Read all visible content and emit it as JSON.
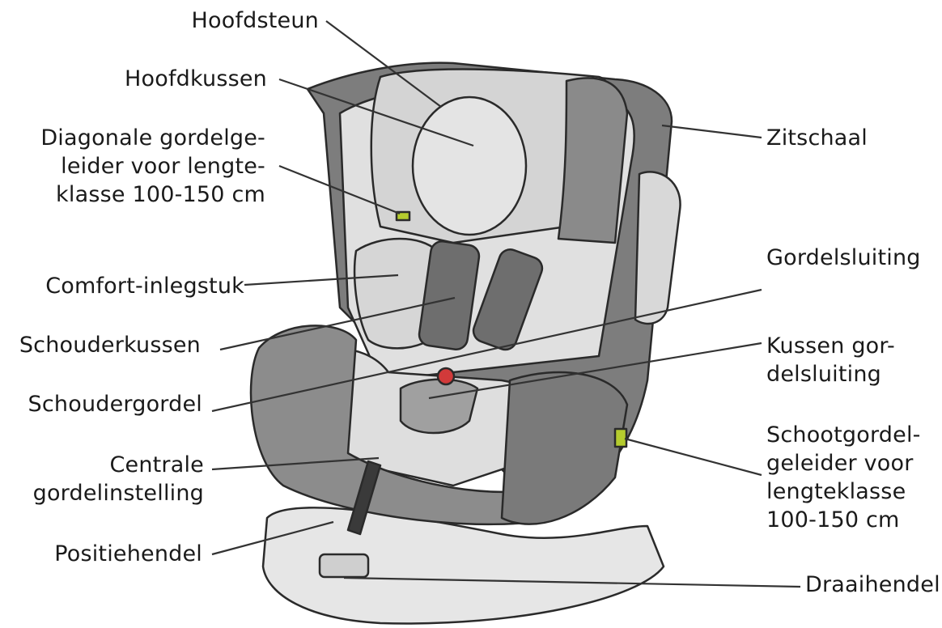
{
  "labels": {
    "hoofdsteun": "Hoofdsteun",
    "hoofdkussen": "Hoofdkussen",
    "diagonale": [
      "Diagonale gordelge-",
      "leider voor lengte-",
      "klasse 100-150 cm"
    ],
    "comfort": "Comfort-inlegstuk",
    "schouderkussen": "Schouderkussen",
    "schoudergordel": "Schoudergordel",
    "centrale": [
      "Centrale",
      "gordelinstelling"
    ],
    "positiehendel": "Positiehendel",
    "zitschaal": "Zitschaal",
    "gordelsluiting": "Gordelsluiting",
    "kussen": [
      "Kussen gor-",
      "delsluiting"
    ],
    "schootgordel": [
      "Schootgordel-",
      "geleider voor",
      "lengteklasse",
      "100-150 cm"
    ],
    "draaihendel": "Draaihendel"
  },
  "colors": {
    "shell_dark": "#7d7d7d",
    "cushion_light": "#dcdcdc",
    "base_light": "#e6e6e6",
    "strap_dark": "#3a3a3a",
    "buckle_red": "#d23a3a",
    "guide_yellow": "#b5cc2e",
    "line": "#333333"
  }
}
